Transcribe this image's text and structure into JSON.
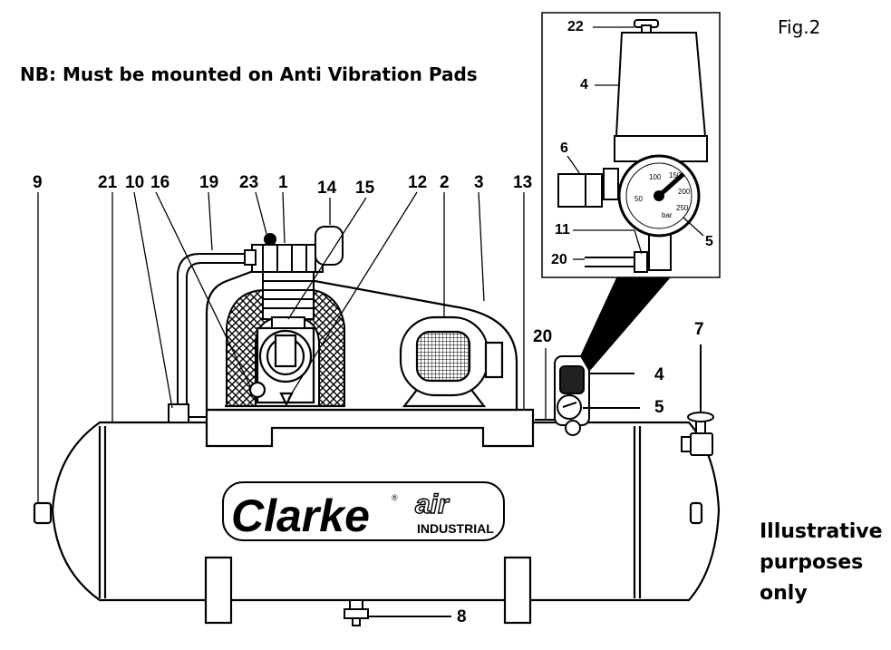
{
  "figure_label": "Fig.2",
  "note": "NB: Must be mounted on Anti Vibration Pads",
  "illustrative": [
    "Illustrative",
    "purposes",
    "only"
  ],
  "brand": {
    "name": "Clarke",
    "registered": "®",
    "sub": "air",
    "line": "INDUSTRIAL"
  },
  "gauge_text": {
    "unit": "bar",
    "ticks": [
      "50",
      "100",
      "150",
      "200",
      "250"
    ]
  },
  "callouts": {
    "c9": "9",
    "c21": "21",
    "c10": "10",
    "c16": "16",
    "c19": "19",
    "c23": "23",
    "c1": "1",
    "c14": "14",
    "c15": "15",
    "c12": "12",
    "c2": "2",
    "c3": "3",
    "c13": "13",
    "c20": "20",
    "c4": "4",
    "c5": "5",
    "c7": "7",
    "c8": "8",
    "d22": "22",
    "d4": "4",
    "d6": "6",
    "d11": "11",
    "d20": "20",
    "d5": "5"
  }
}
